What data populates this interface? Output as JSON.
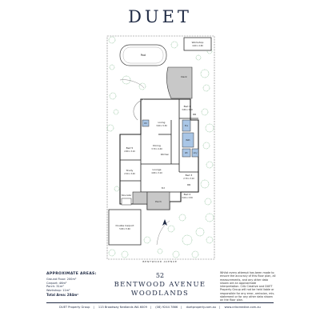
{
  "brand": "DUET",
  "plan": {
    "rooms": {
      "pool": "Pool",
      "workshop_name": "Workshop",
      "workshop_dims": "4.60 x 2.60",
      "deck": "Deck",
      "bed1_name": "Bed 1",
      "bed1_dims": "3.80 x 3.60",
      "living_name": "Living",
      "living_dims": "3.60 x 5.50",
      "dining_name": "Dining",
      "dining_dims": "3.70 x 4.40",
      "kitchen": "Kitchen",
      "bed5_name": "Bed 5",
      "bed5_dims": "2.80 x 3.10",
      "study_name": "Study",
      "study_dims": "2.50 x 3.40",
      "lounge_name": "Lounge",
      "lounge_dims": "4.80 x 3.10",
      "bed3_name": "Bed 3",
      "bed3_dims": "2.70 x 3.10",
      "bed2_name": "Bed 2",
      "bed2_dims": "3.00 x 3.30",
      "porch": "Porch",
      "ens": "Ens",
      "bath": "Bath",
      "wc": "WC",
      "ldry": "Ldry",
      "wir": "WIR",
      "pdr": "Pdr",
      "ent": "Ent",
      "wir2": "WIR",
      "wine_cellar": "Wine Cellar",
      "carport_name": "Double Carport",
      "carport_dims": "5.80 x 5.60",
      "street": "BENTWOOD AVENUE"
    }
  },
  "areas": {
    "heading": "APPROXIMATE AREAS:",
    "ground_floor": "Ground Floor: 200m²",
    "carport": "Carport: 46m²",
    "porch": "Porch: 31m²",
    "workshop": "Workshop: 11m²",
    "total": "Total Area: 284m²"
  },
  "address": {
    "number": "52",
    "street": "BENTWOOD AVENUE",
    "suburb": "WOODLANDS"
  },
  "disclaimer": "Whilst every attempt has been made to ensure the accuracy of this floor plan, all measurements, and any other data shown are an approximate interpretation. Crib Creative and DUET Property Group will not be held liable or responsible for any error, omission, mis-statement or for any other data shown on the floor plan.",
  "footer": {
    "company": "DUET Property Group",
    "address": "113 Broadway Nedlands WA 6009",
    "phone": "(08) 9244 7866",
    "website": "duetproperty.com.au",
    "credit": "www.cribcreative.com.au"
  },
  "colors": {
    "navy": "#1f2a44",
    "room_gray": "#c8c8c8",
    "tile_blue": "#a9c6e6",
    "tree_green": "#5aa46b"
  }
}
